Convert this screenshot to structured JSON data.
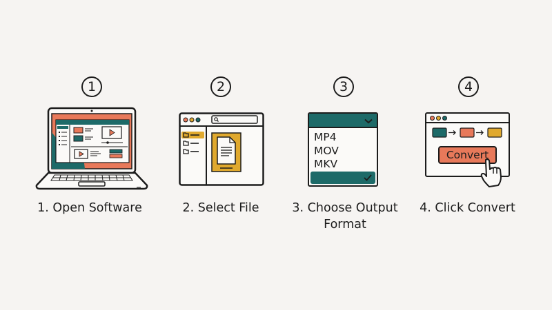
{
  "colors": {
    "background": "#f6f4f2",
    "ink": "#1c1c1c",
    "teal": "#1d6a68",
    "orange": "#e8795a",
    "yellow": "#e0a92e",
    "paper": "#fbfaf8"
  },
  "steps": [
    {
      "number": "1",
      "label": "1. Open Software",
      "illustration": "laptop-with-media-app-icon"
    },
    {
      "number": "2",
      "label": "2. Select File",
      "illustration": "file-browser-window-icon"
    },
    {
      "number": "3",
      "label_line1": "3. Choose Output",
      "label_line2": "Format",
      "illustration": "format-dropdown-icon",
      "dropdown": {
        "options": [
          "MP4",
          "MOV",
          "MKV"
        ]
      }
    },
    {
      "number": "4",
      "label": "4. Click Convert",
      "illustration": "convert-window-icon",
      "button_label": "Convert"
    }
  ]
}
